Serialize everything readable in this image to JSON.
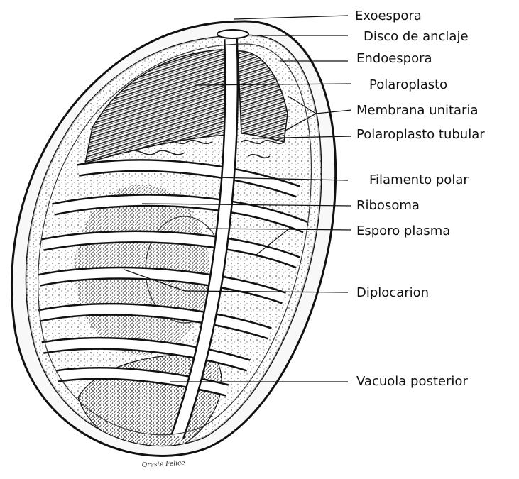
{
  "diagram": {
    "labels": [
      {
        "id": "exoespora",
        "text": "Exoespora"
      },
      {
        "id": "disco",
        "text": "Disco de anclaje"
      },
      {
        "id": "endoespora",
        "text": "Endoespora"
      },
      {
        "id": "polaroplasto",
        "text": "Polaroplasto"
      },
      {
        "id": "membrana",
        "text": "Membrana unitaria"
      },
      {
        "id": "polaroplasto-tubular",
        "text": "Polaroplasto tubular"
      },
      {
        "id": "filamento",
        "text": "Filamento polar"
      },
      {
        "id": "ribosoma",
        "text": "Ribosoma"
      },
      {
        "id": "esporoplasma",
        "text": "Esporo plasma"
      },
      {
        "id": "diplocarion",
        "text": "Diplocarion"
      },
      {
        "id": "vacuola",
        "text": "Vacuola posterior"
      }
    ],
    "signature": "Oreste Felice"
  }
}
